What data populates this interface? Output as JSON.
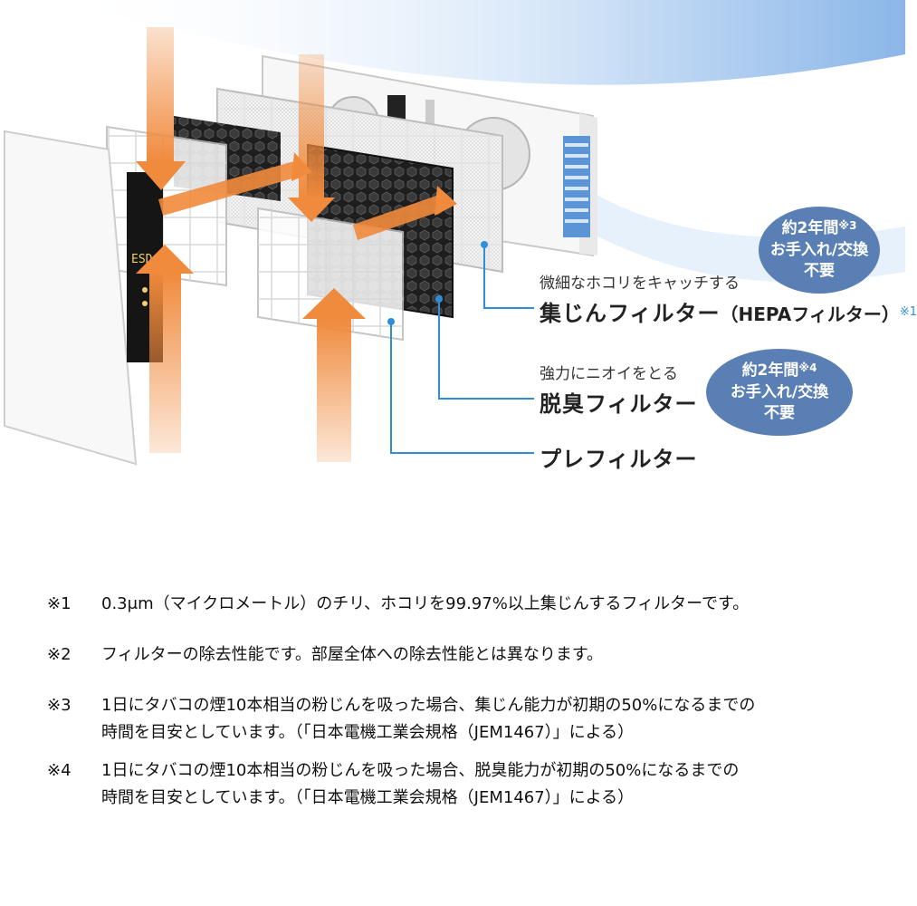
{
  "labels": {
    "hepa_desc": "微細なホコリをキャッチする",
    "hepa_name": "集じんフィルター",
    "hepa_suffix": "（HEPAフィルター）",
    "hepa_mark": "※1",
    "deo_desc": "強力にニオイをとる",
    "deo_name": "脱臭フィルター",
    "pre_name": "プレフィルター"
  },
  "badges": [
    {
      "line1": "約2年間",
      "mark": "※3",
      "line2": "お手入れ/交換",
      "line3": "不要"
    },
    {
      "line1": "約2年間",
      "mark": "※4",
      "line2": "お手入れ/交換",
      "line3": "不要"
    }
  ],
  "notes": [
    {
      "mark": "※1",
      "text": "0.3μm（マイクロメートル）のチリ、ホコリを99.97%以上集じんするフィルターです。",
      "cont": ""
    },
    {
      "mark": "※2",
      "text": "フィルターの除去性能です。部屋全体への除去性能とは異なります。",
      "cont": ""
    },
    {
      "mark": "※3",
      "text": "1日にタバコの煙10本相当の粉じんを吸った場合、集じん能力が初期の50%になるまでの",
      "cont": "時間を目安としています。（「日本電機工業会規格（JEM1467）」による）"
    },
    {
      "mark": "※4",
      "text": "1日にタバコの煙10本相当の粉じんを吸った場合、脱臭能力が初期の50%になるまでの",
      "cont": "時間を目安としています。（「日本電機工業会規格（JEM1467）」による）"
    }
  ],
  "colors": {
    "arrow": "#f08a3c",
    "badge": "#5a7fb4",
    "leader": "#2d8fd8",
    "airflow": "#8fb8e8"
  },
  "panel_display": "ESD"
}
